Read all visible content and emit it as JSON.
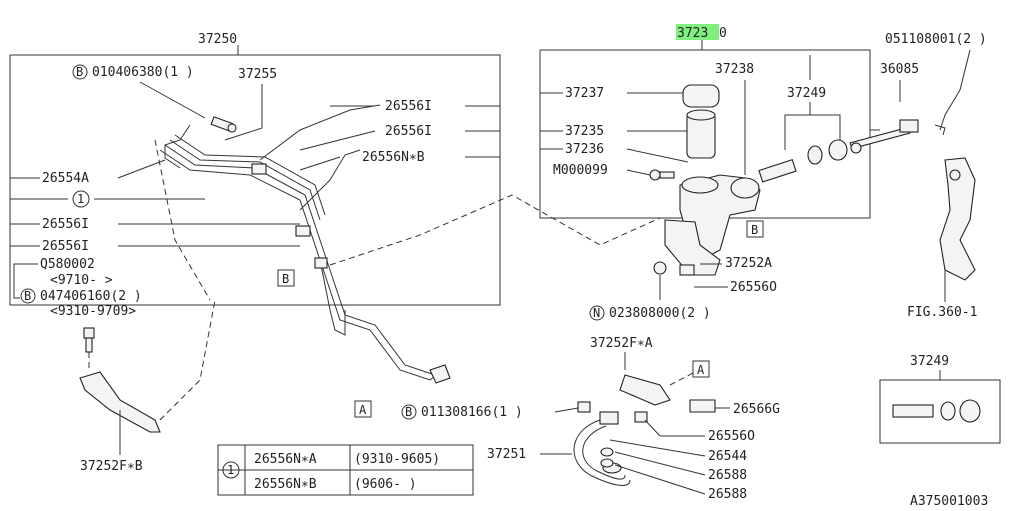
{
  "labels": {
    "l37250": "37250",
    "b_bolt1": "010406380(1  )",
    "l37255": "37255",
    "l26554a": "26554A",
    "l26556i_a": "26556I",
    "l26556i_b": "26556I",
    "l26556i_c": "26556I",
    "l26556i_d": "26556I",
    "l26556nb": "26556N∗B",
    "q580002": "Q580002",
    "q_date": "<9710-      >",
    "b_bolt2": "047406160(2  )",
    "b2_date": "<9310-9709>",
    "l37252fb": "37252F∗B",
    "l37230_hl": "3723",
    "l37230_tail": "0",
    "l37238": "37238",
    "l37237": "37237",
    "l37235": "37235",
    "l37236": "37236",
    "m000099": "M000099",
    "l37249a": "37249",
    "l0511": "051108001(2  )",
    "l36085": "36085",
    "l37252a": "37252A",
    "l26556o_a": "26556O",
    "n_nut": "023808000(2  )",
    "fig360": "FIG.360-1",
    "l37252fa": "37252F∗A",
    "l26566g": "26566G",
    "b_bolt3": "011308166(1  )",
    "l26556o_b": "26556O",
    "l37251": "37251",
    "l26544": "26544",
    "l26588a": "26588",
    "l26588b": "26588",
    "l37249b": "37249",
    "diagram_id": "A375001003",
    "mark_b": "B",
    "mark_n": "N",
    "circle_1": "1",
    "box_A": "A",
    "box_B": "B"
  },
  "legend": {
    "ref": "1",
    "rows": [
      {
        "part": "26556N∗A",
        "range": "(9310-9605)"
      },
      {
        "part": "26556N∗B",
        "range": "(9606-     )"
      }
    ]
  },
  "colors": {
    "highlight": "#7ff07f",
    "ink": "#222222"
  }
}
